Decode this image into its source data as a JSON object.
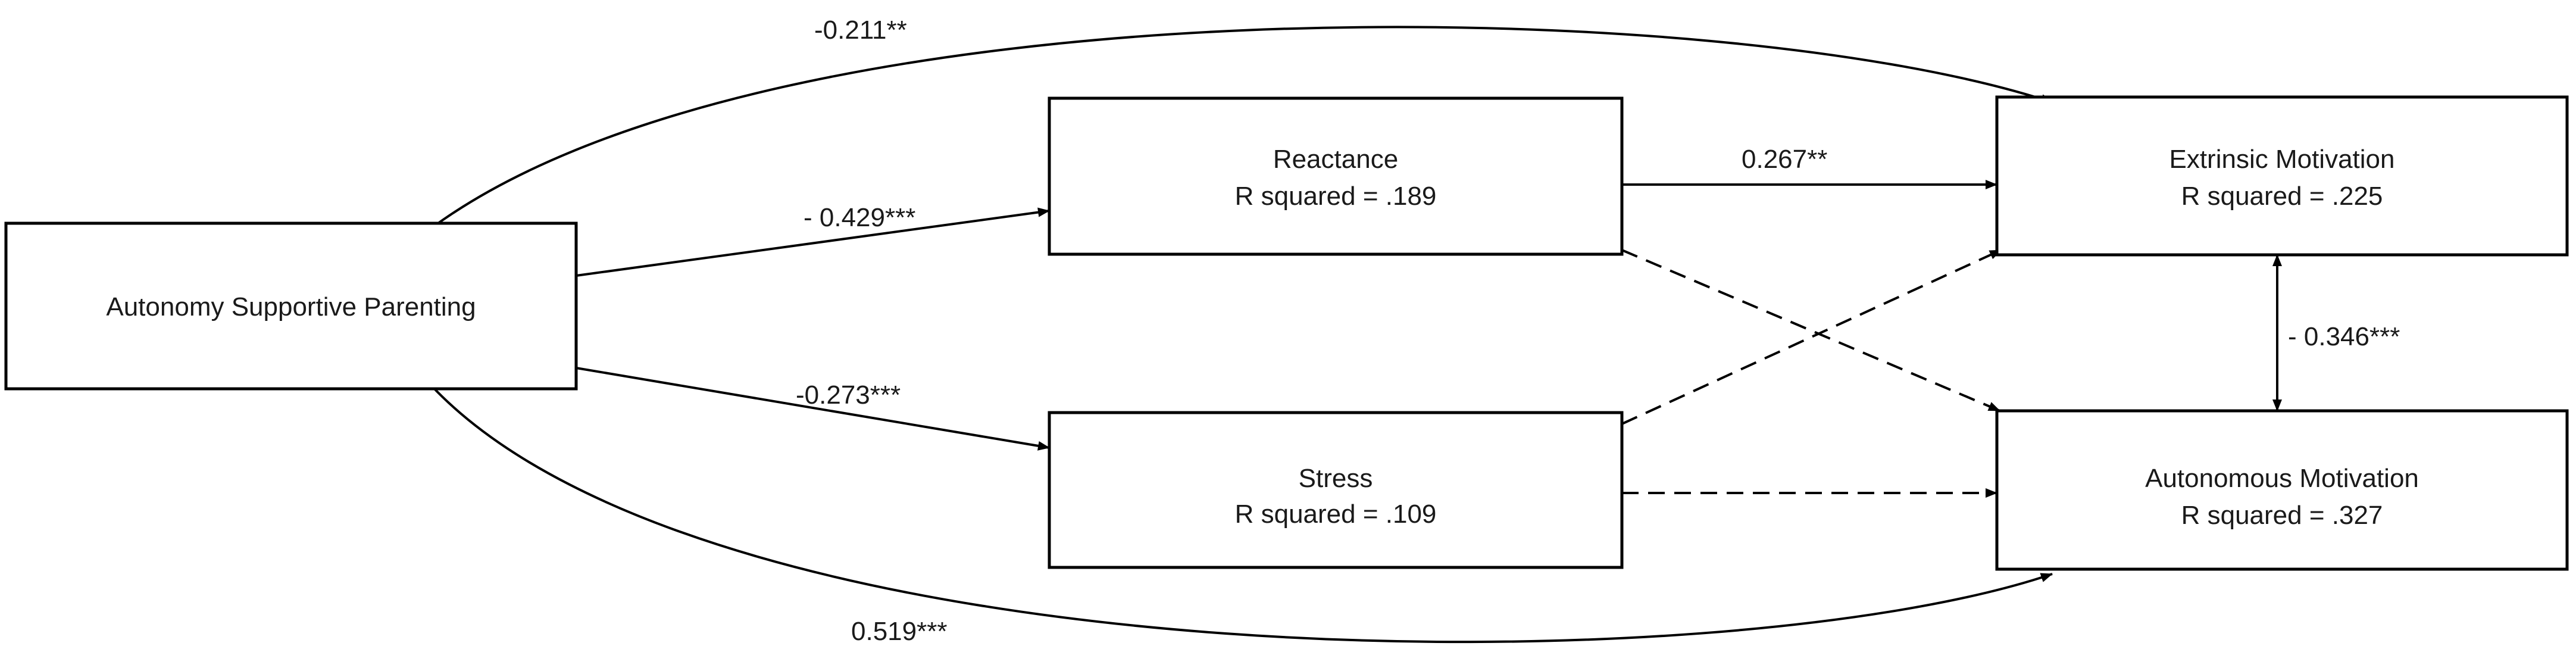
{
  "nodes": {
    "autonomy_supportive_parenting": {
      "label": "Autonomy Supportive Parenting"
    },
    "reactance": {
      "label": "Reactance",
      "r_squared": "R squared = .189"
    },
    "stress": {
      "label": "Stress",
      "r_squared": "R squared = .109"
    },
    "extrinsic_motivation": {
      "label": "Extrinsic Motivation",
      "r_squared": "R squared = .225"
    },
    "autonomous_motivation": {
      "label": "Autonomous Motivation",
      "r_squared": "R squared = .327"
    }
  },
  "paths": {
    "parenting_to_extrinsic": {
      "label": "-0.211**",
      "style": "solid"
    },
    "parenting_to_reactance": {
      "label": "- 0.429***",
      "style": "solid"
    },
    "parenting_to_stress": {
      "label": "-0.273***",
      "style": "solid"
    },
    "parenting_to_autonomous": {
      "label": "0.519***",
      "style": "solid"
    },
    "reactance_to_extrinsic": {
      "label": "0.267**",
      "style": "solid"
    },
    "reactance_to_autonomous": {
      "label": "",
      "style": "dashed"
    },
    "stress_to_extrinsic": {
      "label": "",
      "style": "dashed"
    },
    "stress_to_autonomous": {
      "label": "",
      "style": "dashed"
    },
    "extrinsic_autonomous_correlation": {
      "label": "- 0.346***",
      "style": "solid"
    }
  },
  "colors": {
    "line": "#000000",
    "box_fill": "#ffffff",
    "text": "#1a1a1a"
  }
}
